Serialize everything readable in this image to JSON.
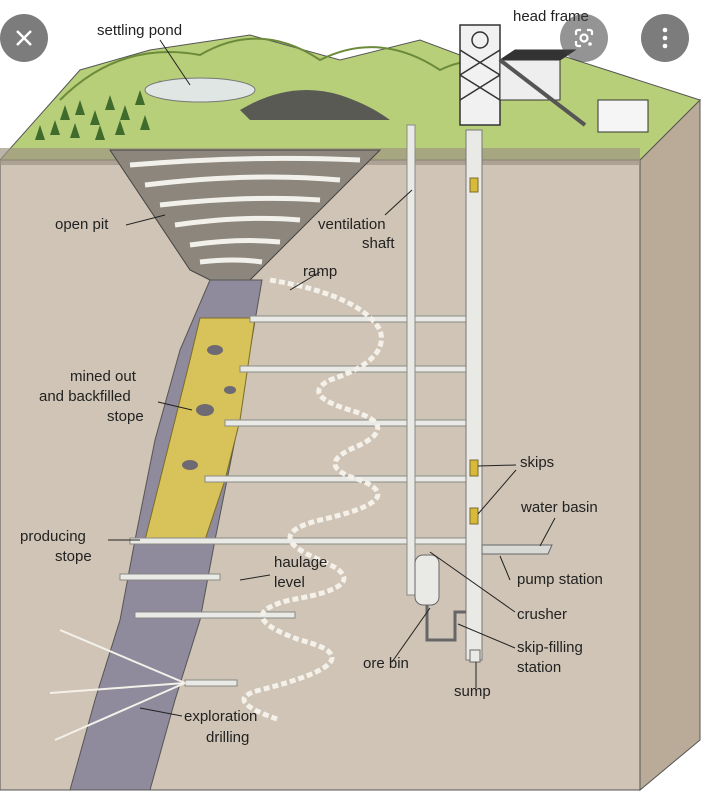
{
  "diagram": {
    "labels": {
      "settling_pond": "settling pond",
      "head_frame": "head frame",
      "open_pit": "open pit",
      "ventilation_line1": "ventilation",
      "ventilation_line2": "shaft",
      "ramp": "ramp",
      "mined_line1": "mined out",
      "mined_line2": "and backfilled",
      "mined_line3": "stope",
      "skips": "skips",
      "water_basin": "water basin",
      "producing_line1": "producing",
      "producing_line2": "stope",
      "haulage_line1": "haulage",
      "haulage_line2": "level",
      "pump_station": "pump station",
      "crusher": "crusher",
      "skip_filling_line1": "skip-filling",
      "skip_filling_line2": "station",
      "ore_bin": "ore bin",
      "sump": "sump",
      "exploration_line1": "exploration",
      "exploration_line2": "drilling"
    },
    "colors": {
      "ground": "#cfc4b5",
      "ground_side": "#b9ab98",
      "grass": "#b8cf7a",
      "ore": "#d8c25a",
      "vein": "#8f8a9c",
      "pipe": "#e9e9e6"
    }
  },
  "overlay": {
    "close_icon": "close-icon",
    "lens_icon": "google-lens-icon",
    "more_icon": "more-vert-icon"
  }
}
